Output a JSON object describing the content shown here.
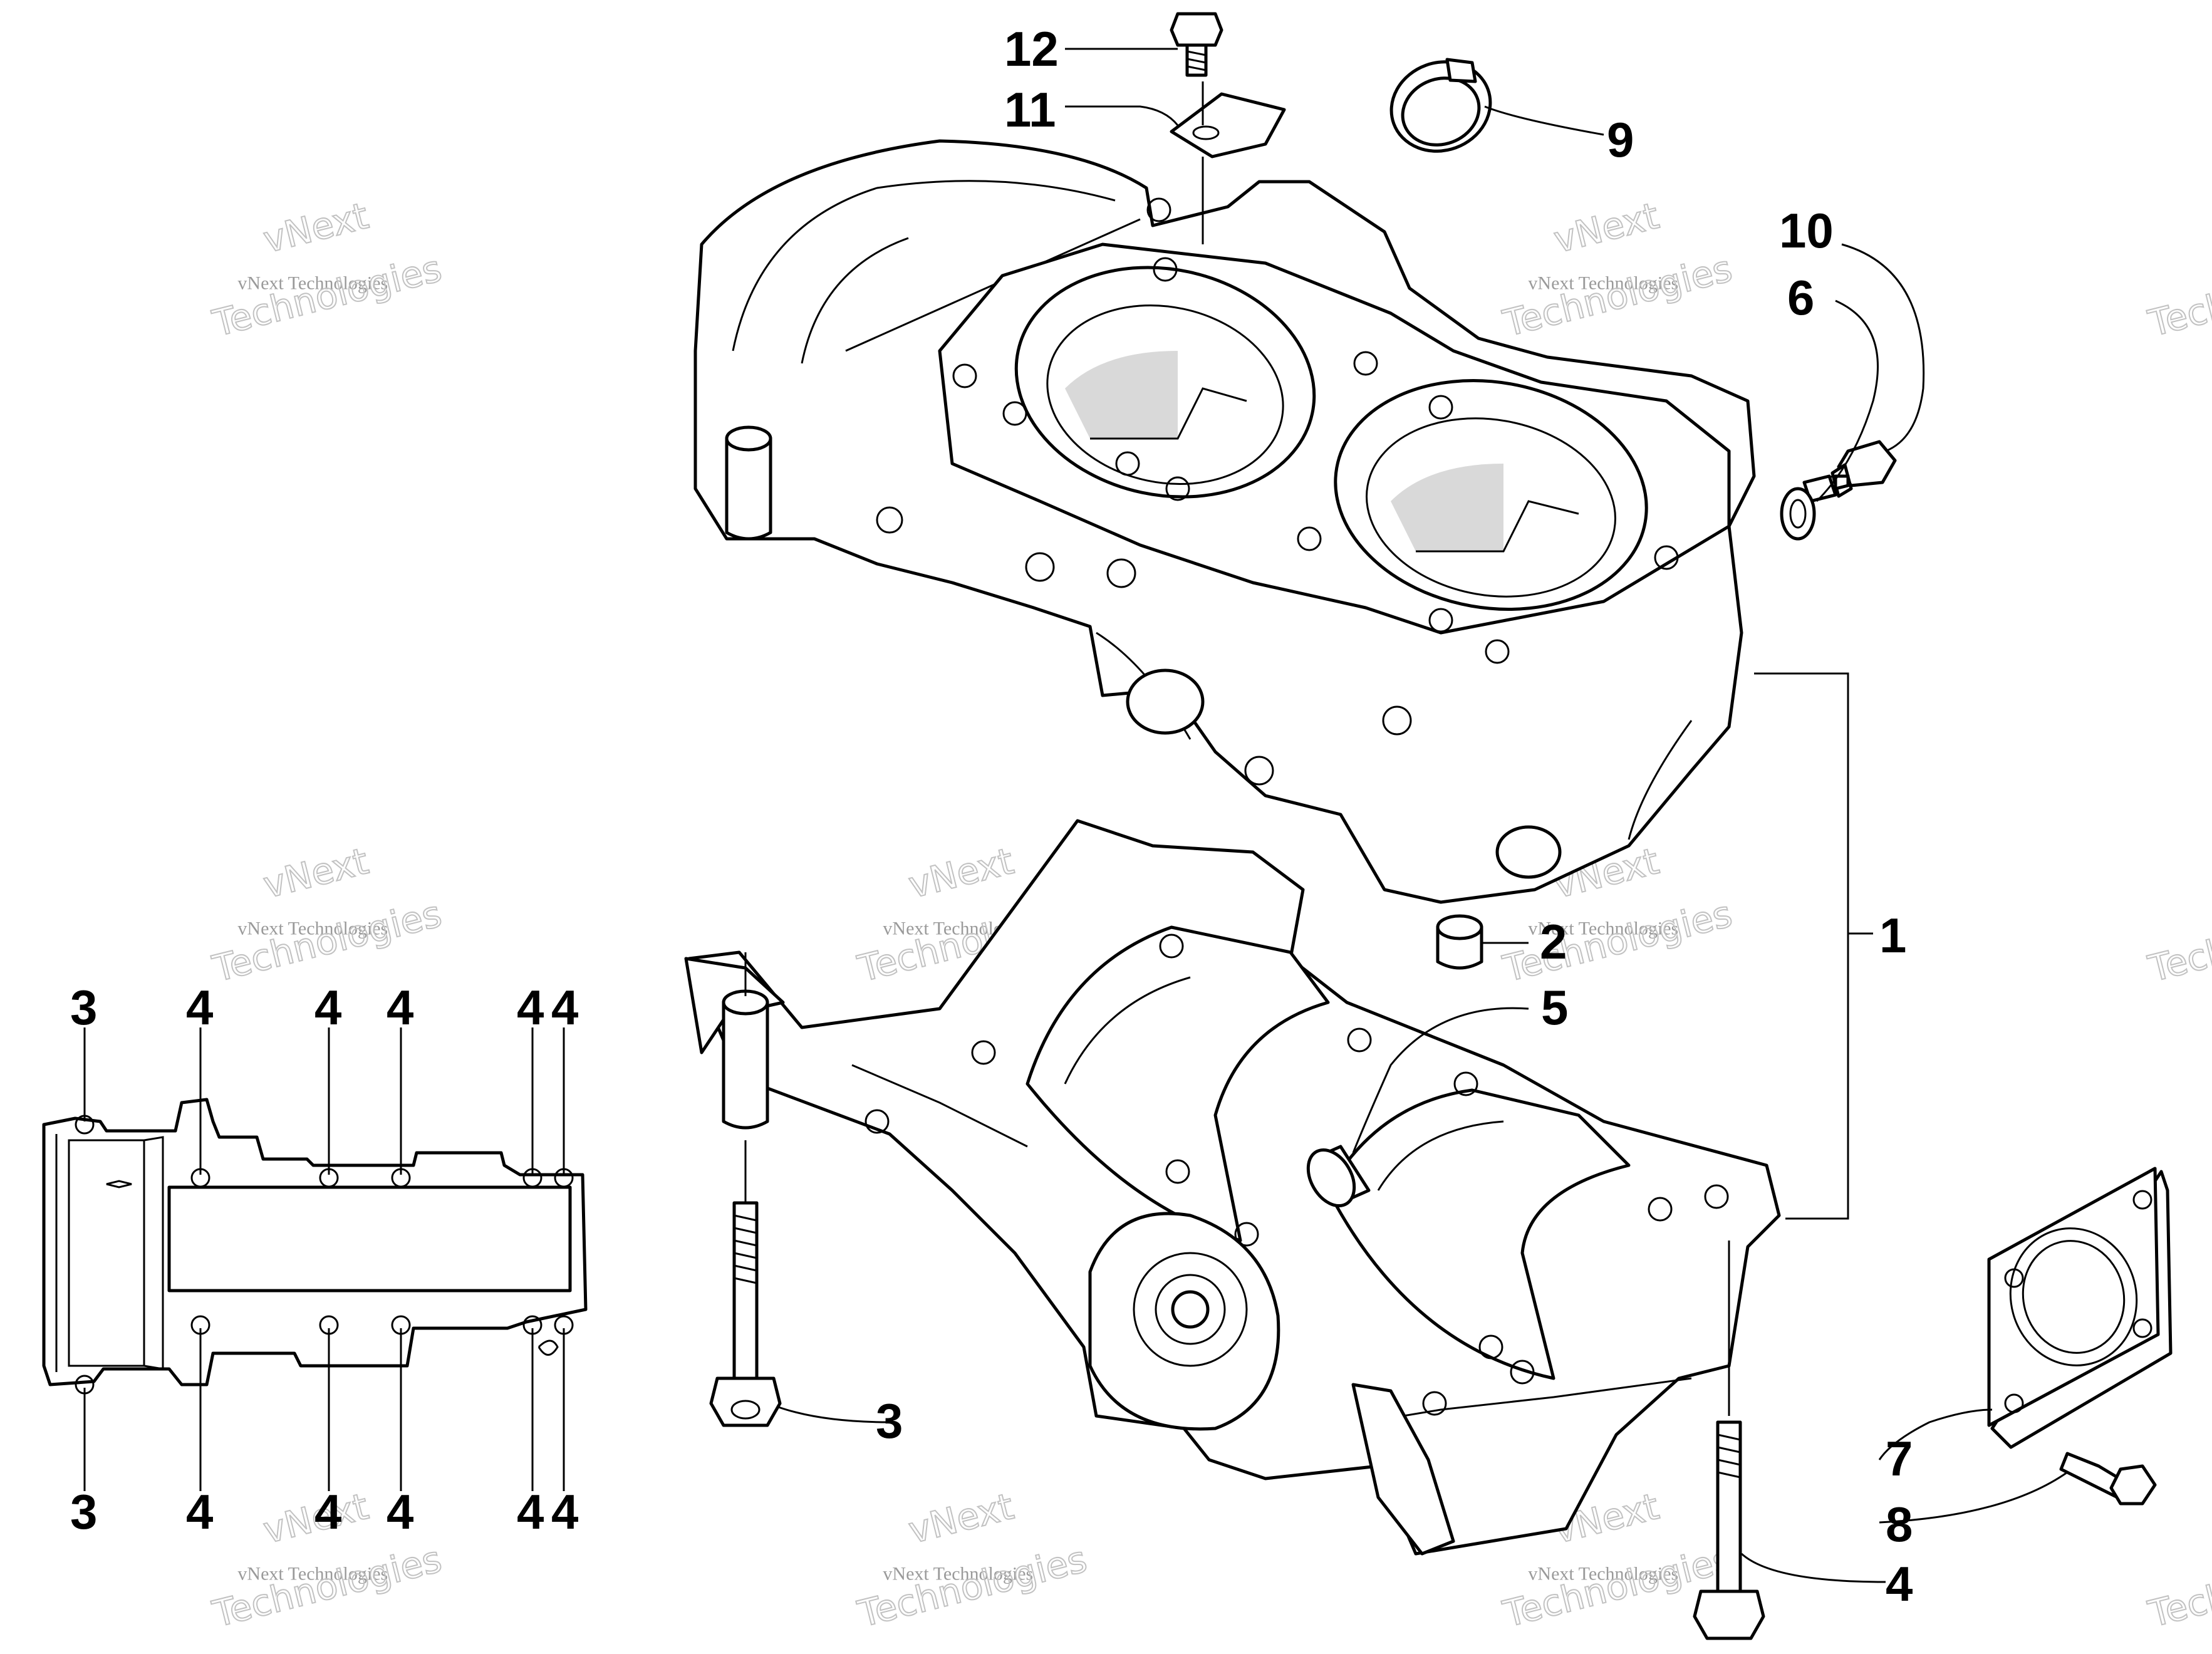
{
  "watermark": {
    "line1": "vNext",
    "line2": "vNext Technologies",
    "line3": "Technologies"
  },
  "callouts": {
    "c1": "1",
    "c2": "2",
    "c3": "3",
    "c4": "4",
    "c5": "5",
    "c6": "6",
    "c7": "7",
    "c8": "8",
    "c9": "9",
    "c10": "10",
    "c11": "11",
    "c12": "12"
  },
  "detail_view": {
    "top_labels": [
      "3",
      "4",
      "4",
      "4",
      "4",
      "4"
    ],
    "bottom_labels": [
      "3",
      "4",
      "4",
      "4",
      "4",
      "4"
    ]
  }
}
